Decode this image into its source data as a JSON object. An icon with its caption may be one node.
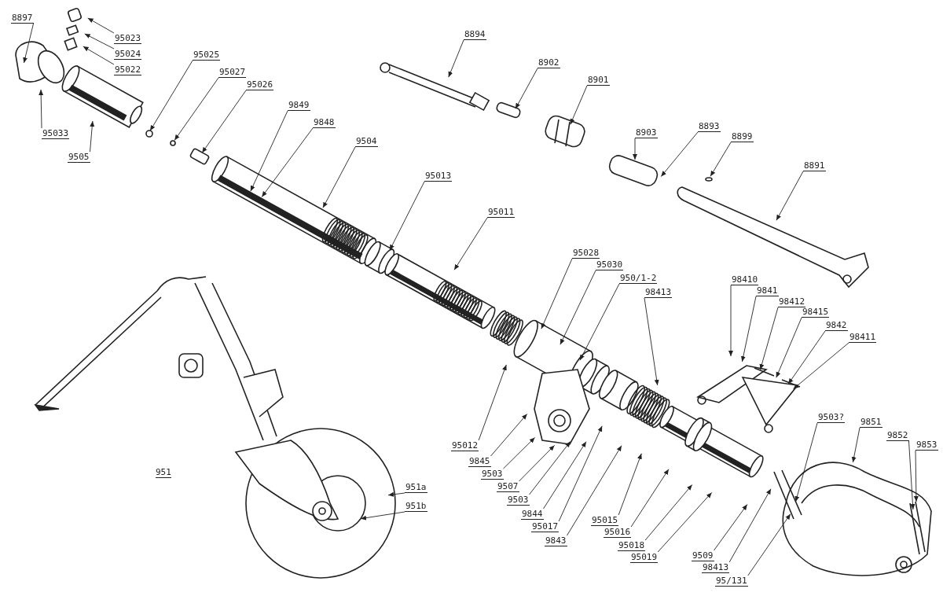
{
  "diagram": {
    "nodes": [
      {
        "text": [
          "8897"
        ]
      },
      {
        "text": [
          "95023"
        ]
      },
      {
        "text": [
          "95024"
        ]
      },
      {
        "text": [
          "95022"
        ]
      },
      {
        "text": [
          "95033"
        ]
      },
      {
        "text": [
          "9505"
        ]
      },
      {
        "text": [
          "95025"
        ]
      },
      {
        "text": [
          "95027"
        ]
      },
      {
        "text": [
          "95026"
        ]
      },
      {
        "text": [
          "9849"
        ]
      },
      {
        "text": [
          "9848"
        ]
      },
      {
        "text": [
          "9504"
        ]
      },
      {
        "text": [
          "95013"
        ]
      },
      {
        "text": [
          "95011"
        ]
      },
      {
        "text": [
          "8894"
        ]
      },
      {
        "text": [
          "8902"
        ]
      },
      {
        "text": [
          "8901"
        ]
      },
      {
        "text": [
          "8903"
        ]
      },
      {
        "text": [
          "8893"
        ]
      },
      {
        "text": [
          "8899"
        ]
      },
      {
        "text": [
          "8891"
        ]
      },
      {
        "text": [
          "95028"
        ]
      },
      {
        "text": [
          "95030"
        ]
      },
      {
        "text": [
          "950/1-2"
        ]
      },
      {
        "text": [
          "98413"
        ]
      },
      {
        "text": [
          "98410"
        ]
      },
      {
        "text": [
          "9841"
        ]
      },
      {
        "text": [
          "98412"
        ]
      },
      {
        "text": [
          "98415"
        ]
      },
      {
        "text": [
          "9842"
        ]
      },
      {
        "text": [
          "98411"
        ]
      },
      {
        "text": [
          "95012"
        ]
      },
      {
        "text": [
          "9845"
        ]
      },
      {
        "text": [
          "9503"
        ]
      },
      {
        "text": [
          "9507"
        ]
      },
      {
        "text": [
          "9503"
        ]
      },
      {
        "text": [
          "9844"
        ]
      },
      {
        "text": [
          "95017"
        ]
      },
      {
        "text": [
          "9843"
        ]
      },
      {
        "text": [
          "95015"
        ]
      },
      {
        "text": [
          "95016"
        ]
      },
      {
        "text": [
          "95018"
        ]
      },
      {
        "text": [
          "95019"
        ]
      },
      {
        "text": [
          "9509"
        ]
      },
      {
        "text": [
          "98413"
        ]
      },
      {
        "text": [
          "95/131"
        ]
      },
      {
        "text": [
          "9503?"
        ]
      },
      {
        "text": [
          "9851"
        ]
      },
      {
        "text": [
          "9852"
        ]
      },
      {
        "text": [
          "9853"
        ]
      },
      {
        "text": [
          "951a"
        ]
      },
      {
        "text": [
          "951b"
        ]
      }
    ],
    "edges": [
      {
        "from": 0,
        "to": null,
        "arrow": "to"
      },
      {
        "from": 1,
        "to": null,
        "arrow": "to"
      },
      {
        "from": 2,
        "to": null,
        "arrow": "to"
      },
      {
        "from": 3,
        "to": null,
        "arrow": "to"
      },
      {
        "from": 4,
        "to": null,
        "arrow": "to"
      },
      {
        "from": 5,
        "to": null,
        "arrow": "to"
      },
      {
        "from": 6,
        "to": null,
        "arrow": "to"
      },
      {
        "from": 7,
        "to": null,
        "arrow": "to"
      },
      {
        "from": 8,
        "to": null,
        "arrow": "to"
      },
      {
        "from": 9,
        "to": null,
        "arrow": "to"
      },
      {
        "from": 10,
        "to": null,
        "arrow": "to"
      },
      {
        "from": 11,
        "to": null,
        "arrow": "to"
      },
      {
        "from": 12,
        "to": null,
        "arrow": "to"
      },
      {
        "from": 13,
        "to": null,
        "arrow": "to"
      },
      {
        "from": 14,
        "to": null,
        "arrow": "to"
      },
      {
        "from": 15,
        "to": null,
        "arrow": "to"
      },
      {
        "from": 16,
        "to": null,
        "arrow": "to"
      },
      {
        "from": 17,
        "to": null,
        "arrow": "to"
      },
      {
        "from": 18,
        "to": null,
        "arrow": "to"
      },
      {
        "from": 19,
        "to": null,
        "arrow": "to"
      },
      {
        "from": 20,
        "to": null,
        "arrow": "to"
      },
      {
        "from": 21,
        "to": null,
        "arrow": "to"
      },
      {
        "from": 22,
        "to": null,
        "arrow": "to"
      },
      {
        "from": 23,
        "to": null,
        "arrow": "to"
      },
      {
        "from": 24,
        "to": null,
        "arrow": "to"
      },
      {
        "from": 25,
        "to": null,
        "arrow": "to"
      },
      {
        "from": 26,
        "to": null,
        "arrow": "to"
      },
      {
        "from": 27,
        "to": null,
        "arrow": "to"
      },
      {
        "from": 28,
        "to": null,
        "arrow": "to"
      },
      {
        "from": 29,
        "to": null,
        "arrow": "to"
      },
      {
        "from": 30,
        "to": null,
        "arrow": "to"
      },
      {
        "from": 31,
        "to": null,
        "arrow": "to"
      },
      {
        "from": 32,
        "to": null,
        "arrow": "to"
      },
      {
        "from": 33,
        "to": null,
        "arrow": "to"
      },
      {
        "from": 34,
        "to": null,
        "arrow": "to"
      },
      {
        "from": 35,
        "to": null,
        "arrow": "to"
      },
      {
        "from": 36,
        "to": null,
        "arrow": "to"
      },
      {
        "from": 37,
        "to": null,
        "arrow": "to"
      },
      {
        "from": 38,
        "to": null,
        "arrow": "to"
      },
      {
        "from": 39,
        "to": null,
        "arrow": "to"
      },
      {
        "from": 40,
        "to": null,
        "arrow": "to"
      },
      {
        "from": 41,
        "to": null,
        "arrow": "to"
      },
      {
        "from": 42,
        "to": null,
        "arrow": "to"
      },
      {
        "from": 43,
        "to": null,
        "arrow": "to"
      },
      {
        "from": 44,
        "to": null,
        "arrow": "to"
      },
      {
        "from": 45,
        "to": null,
        "arrow": "to"
      },
      {
        "from": 46,
        "to": null,
        "arrow": "to"
      },
      {
        "from": 47,
        "to": null,
        "arrow": "to"
      },
      {
        "from": 48,
        "to": null,
        "arrow": "to"
      },
      {
        "from": 49,
        "to": null,
        "arrow": "to"
      },
      {
        "from": 50,
        "to": null,
        "arrow": "to"
      },
      {
        "from": 51,
        "to": null,
        "arrow": "to"
      }
    ],
    "labels": [
      "951"
    ]
  }
}
